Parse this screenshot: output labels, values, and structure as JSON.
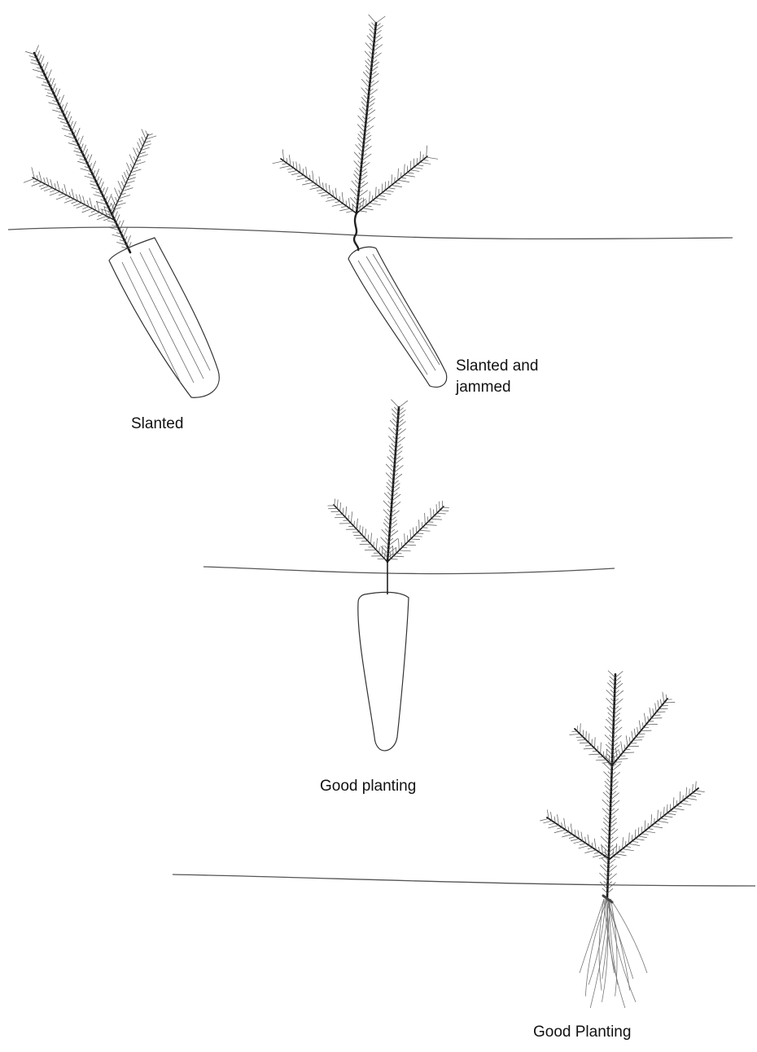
{
  "figure": {
    "panels": [
      {
        "id": "slanted",
        "caption": "Slanted"
      },
      {
        "id": "slanted-jammed",
        "caption": "Slanted and jammed"
      },
      {
        "id": "good-plug",
        "caption": "Good planting"
      },
      {
        "id": "good-bare-root",
        "caption": "Good Planting"
      }
    ]
  },
  "colors": {
    "ink": "#1a1a1a",
    "line": "#444444",
    "paper": "#ffffff"
  }
}
